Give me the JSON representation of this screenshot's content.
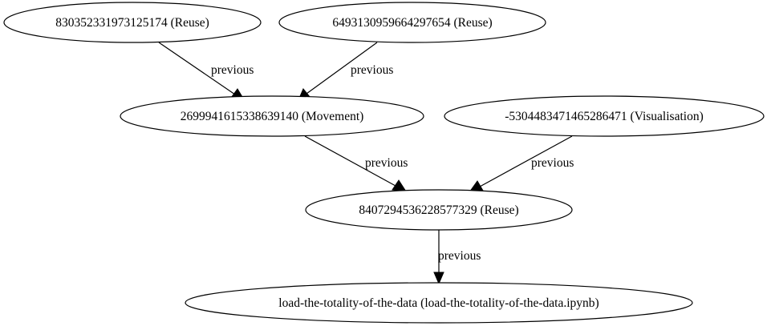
{
  "graph": {
    "nodes": [
      {
        "id": "n1",
        "label": "830352331973125174 (Reuse)"
      },
      {
        "id": "n2",
        "label": "6493130959664297654 (Reuse)"
      },
      {
        "id": "n3",
        "label": "2699941615338639140 (Movement)"
      },
      {
        "id": "n4",
        "label": "-5304483471465286471 (Visualisation)"
      },
      {
        "id": "n5",
        "label": "8407294536228577329 (Reuse)"
      },
      {
        "id": "n6",
        "label": "load-the-totality-of-the-data (load-the-totality-of-the-data.ipynb)"
      }
    ],
    "edges": [
      {
        "id": "e1",
        "from": "n1",
        "to": "n3",
        "label": "previous"
      },
      {
        "id": "e2",
        "from": "n2",
        "to": "n3",
        "label": "previous"
      },
      {
        "id": "e3",
        "from": "n3",
        "to": "n5",
        "label": "previous"
      },
      {
        "id": "e4",
        "from": "n4",
        "to": "n5",
        "label": "previous"
      },
      {
        "id": "e5",
        "from": "n5",
        "to": "n6",
        "label": "previous"
      }
    ]
  }
}
